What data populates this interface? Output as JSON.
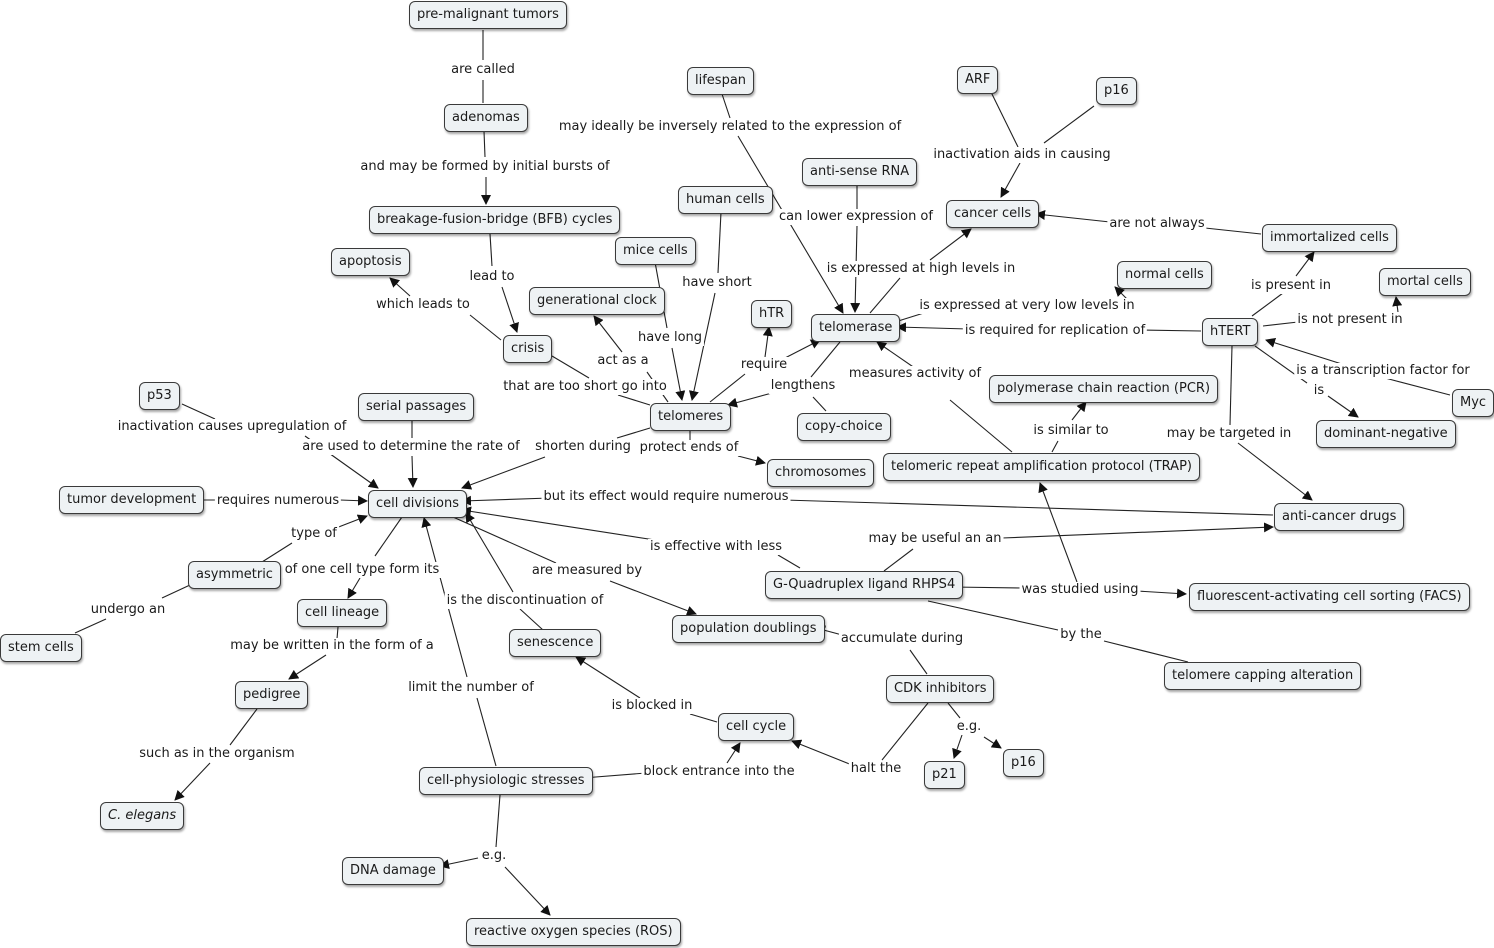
{
  "nodes": {
    "premalignant": "pre-malignant tumors",
    "adenomas": "adenomas",
    "bfb": "breakage-fusion-bridge (BFB) cycles",
    "apoptosis": "apoptosis",
    "crisis": "crisis",
    "lifespan": "lifespan",
    "arf": "ARF",
    "p16_top": "p16",
    "antisense": "anti-sense RNA",
    "cancer_cells": "cancer cells",
    "immortalized": "immortalized cells",
    "human_cells": "human cells",
    "mice_cells": "mice cells",
    "gen_clock": "generational clock",
    "htr": "hTR",
    "telomerase": "telomerase",
    "normal_cells": "normal cells",
    "mortal_cells": "mortal cells",
    "htert": "hTERT",
    "p53": "p53",
    "serial_passages": "serial passages",
    "telomeres": "telomeres",
    "copy_choice": "copy-choice",
    "pcr": "polymerase chain reaction (PCR)",
    "myc": "Myc",
    "dominant_negative": "dominant-negative",
    "chromosomes": "chromosomes",
    "trap": "telomeric repeat amplification protocol (TRAP)",
    "tumor_dev": "tumor development",
    "cell_divisions": "cell divisions",
    "anticancer": "anti-cancer drugs",
    "asymmetric": "asymmetric",
    "gq_ligand": "G-Quadruplex ligand RHPS4",
    "facs": "fluorescent-activating cell sorting (FACS)",
    "cell_lineage": "cell lineage",
    "population_doublings": "population doublings",
    "stem_cells": "stem cells",
    "senescence": "senescence",
    "telomere_capping": "telomere capping alteration",
    "pedigree": "pedigree",
    "cdk_inhibitors": "CDK inhibitors",
    "cell_cycle": "cell cycle",
    "p16_bottom": "p16",
    "p21": "p21",
    "cell_stresses": "cell-physiologic stresses",
    "c_elegans": "C. elegans",
    "dna_damage": "DNA damage",
    "ros": "reactive oxygen species (ROS)"
  },
  "links": {
    "are_called": "are called",
    "formed_by_bfb": "and may be formed by initial bursts of",
    "lead_to": "lead to",
    "which_leads_to": "which leads to",
    "too_short": "that are too short go into",
    "inversely_related": "may ideally be inversely related to the expression of",
    "inactivation_aids": "inactivation aids in causing",
    "can_lower": "can lower expression of",
    "expressed_high": "is expressed at high levels in",
    "are_not_always": "are not always",
    "have_short": "have short",
    "have_long": "have long",
    "act_as_a": "act as a",
    "require": "require",
    "expressed_low": "is expressed at very low levels in",
    "present_in": "is present in",
    "not_present_in": "is not present in",
    "required_for": "is required for replication of",
    "lengthens": "lengthens",
    "measures_activity": "measures activity of",
    "transcription_factor": "is a transcription factor for",
    "is": "is",
    "p53_inactivation": "inactivation causes upregulation of",
    "used_to_determine": "are used to determine the rate of",
    "shorten_during": "shorten during",
    "protect_ends": "protect ends of",
    "is_similar_to": "is similar to",
    "may_be_targeted": "may be targeted in",
    "requires_numerous": "requires numerous",
    "effect_would_require": "but its effect would require numerous",
    "type_of": "type of",
    "one_cell_type": "of one cell type form its",
    "effective_with_less": "is effective with less",
    "useful_an": "may be useful an an",
    "measured_by": "are measured by",
    "discontinuation": "is the discontinuation of",
    "was_studied_using": "was studied using",
    "undergo_an": "undergo an",
    "written_form": "may be written in the form of a",
    "by_the": "by the",
    "accumulate_during": "accumulate during",
    "limit_number": "limit the number of",
    "is_blocked_in": "is blocked in",
    "eg_cdk": "e.g.",
    "such_as": "such as in the organism",
    "block_entrance": "block entrance into the",
    "halt_the": "halt the",
    "eg_stress": "e.g."
  }
}
